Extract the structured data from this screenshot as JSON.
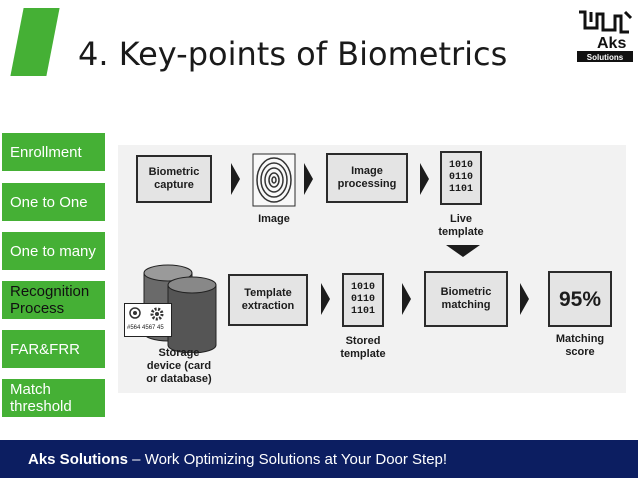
{
  "slide": {
    "title": "4. Key-points of Biometrics"
  },
  "logo": {
    "text": "Aks",
    "subtitle": "Solutions"
  },
  "sidebar": {
    "items": [
      {
        "label": "Enrollment"
      },
      {
        "label": "One to One"
      },
      {
        "label": "One to many"
      },
      {
        "label": "Recognition\nProcess"
      },
      {
        "label": "FAR&FRR"
      },
      {
        "label": "Match\nthreshold"
      }
    ]
  },
  "diagram": {
    "biometric_capture": "Biometric\ncapture",
    "image_label": "Image",
    "image_processing": "Image\nprocessing",
    "live_template_code": "1010\n0110\n1101",
    "live_template_label": "Live\ntemplate",
    "storage_label": "Storage\ndevice (card\nor database)",
    "card_number": "#564 4567 45",
    "template_extraction": "Template\nextraction",
    "stored_template_code": "1010\n0110\n1101",
    "stored_template_label": "Stored\ntemplate",
    "biometric_matching": "Biometric\nmatching",
    "score_value": "95%",
    "matching_score_label": "Matching\nscore"
  },
  "footer": {
    "brand": "Aks Solutions",
    "tagline": " – Work Optimizing Solutions at Your Door Step!"
  },
  "colors": {
    "accent": "#45b035",
    "footer_bg": "#0c1e61"
  }
}
